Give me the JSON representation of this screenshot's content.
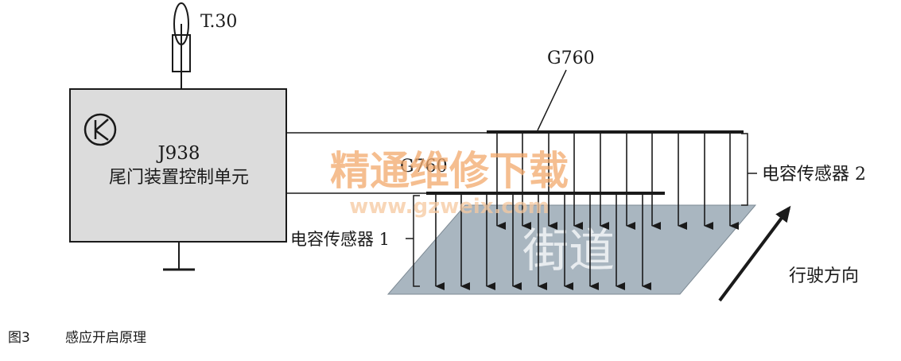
{
  "supply": {
    "label": "T.30"
  },
  "control_unit": {
    "code": "J938",
    "name": "尾门装置控制单元"
  },
  "sensors": {
    "upper": {
      "code": "G760",
      "name": "电容传感器 2"
    },
    "lower": {
      "code": "G760",
      "name": "电容传感器 1"
    }
  },
  "road": {
    "label": "街道"
  },
  "direction": {
    "label": "行驶方向"
  },
  "caption": {
    "number": "图3",
    "text": "感应开启原理"
  },
  "watermark": {
    "title": "精通维修下载",
    "url": "www.gzweix.com"
  },
  "colors": {
    "line": "#1a1a1a",
    "unit_fill": "#dcdcdc",
    "road_fill": "#a9b6c0",
    "watermark_title": "#f2a96c",
    "watermark_url": "#f6c9a0"
  }
}
